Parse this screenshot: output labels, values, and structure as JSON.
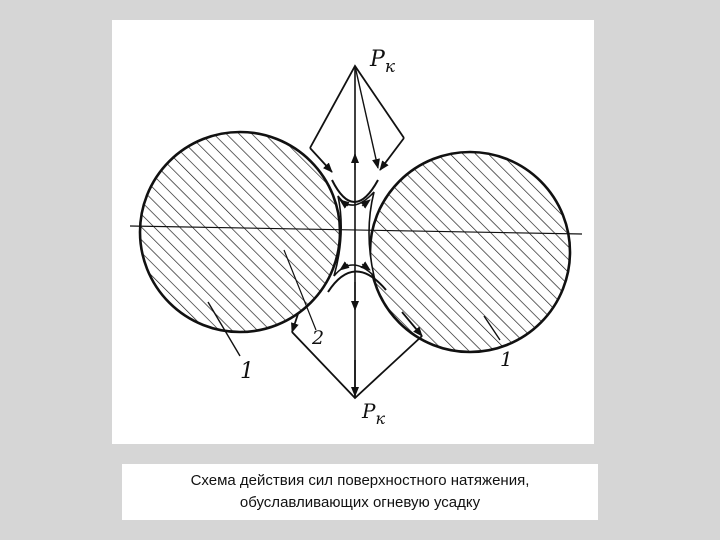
{
  "diagram": {
    "labels": {
      "force_top": "P",
      "force_top_sub": "к",
      "force_bottom": "P",
      "force_bottom_sub": "к",
      "particle_left": "1",
      "particle_right": "1",
      "neck": "2"
    }
  },
  "caption": {
    "line1": "Схема действия  сил поверхностного натяжения,",
    "line2": "обуславливающих  огневую усадку"
  },
  "colors": {
    "background": "#d6d6d6",
    "panel": "#ffffff",
    "ink": "#111111"
  }
}
